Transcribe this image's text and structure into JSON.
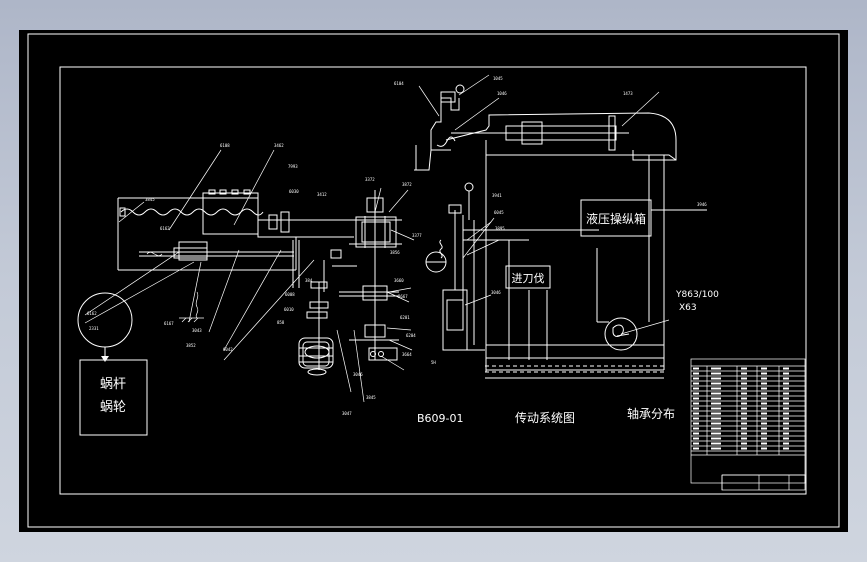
{
  "drawing": {
    "title_code": "B609-01",
    "title_transmission": "传动系统图",
    "title_bearing": "轴承分布",
    "worm_box": [
      "蜗杆",
      "蜗轮"
    ],
    "hydraulic_box": "液压操纵箱",
    "feed_box": "进刀伐",
    "motor_model": [
      "Y863/100",
      "X63"
    ]
  }
}
